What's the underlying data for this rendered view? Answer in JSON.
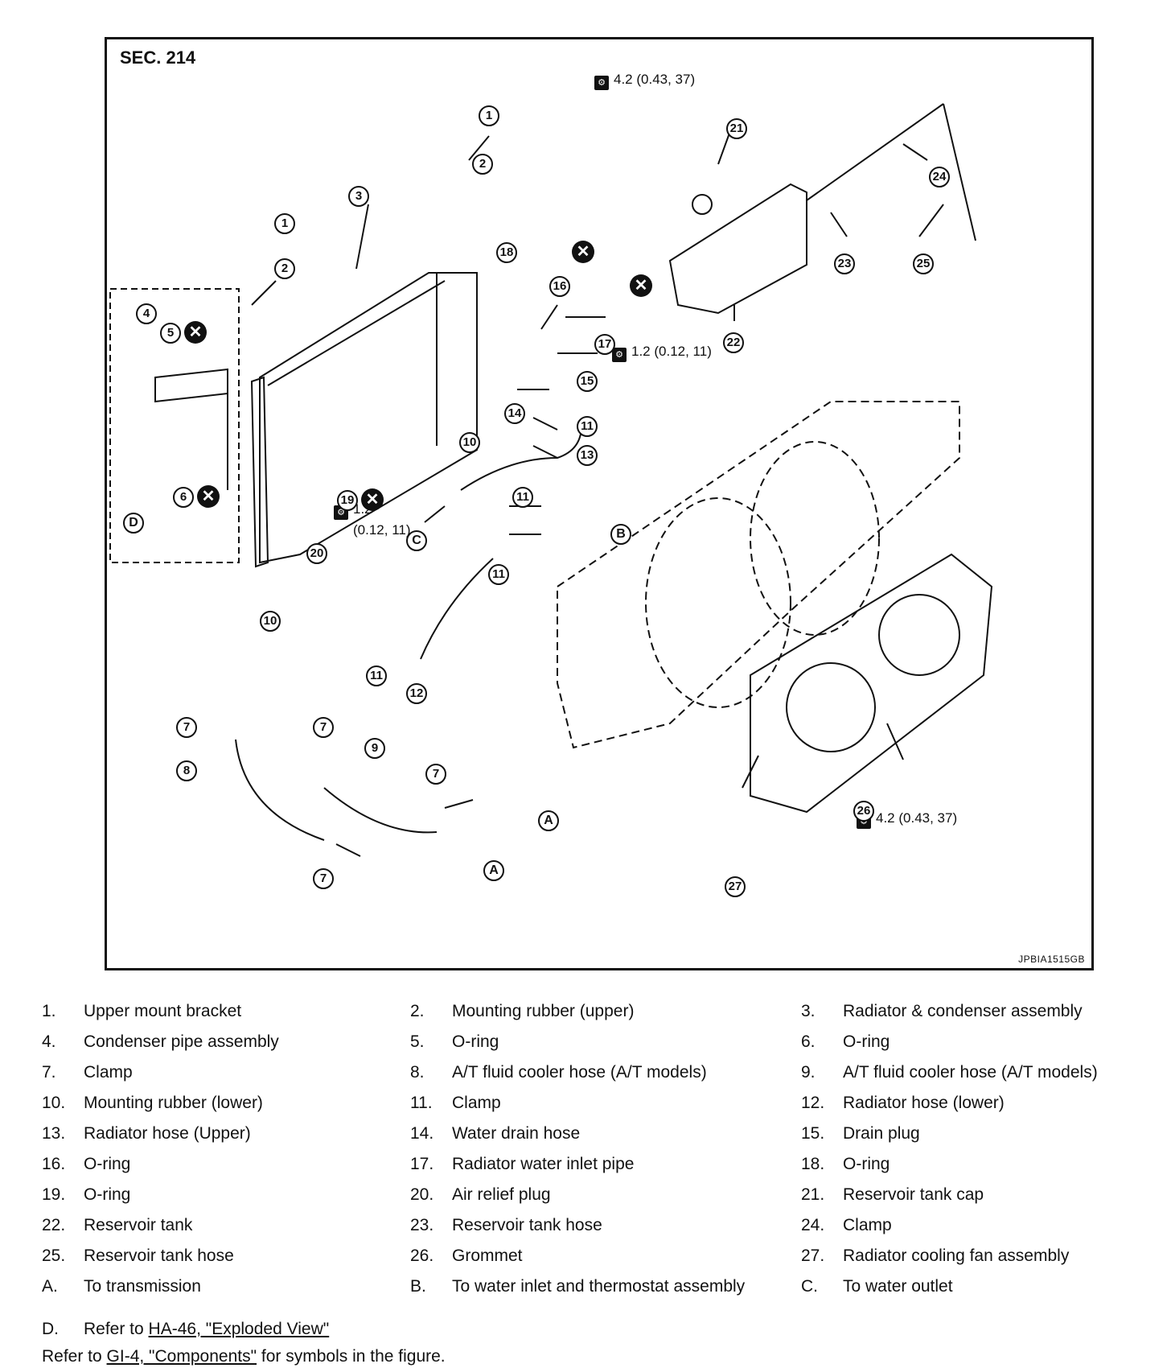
{
  "figure": {
    "section": "SEC. 214",
    "figure_id": "JPBIA1515GB",
    "torque_labels": {
      "reservoir_bolt": "4.2 (0.43, 37)",
      "drain_plug": "1.2 (0.12, 11)",
      "air_relief_line1": "1.2",
      "air_relief_line2": "(0.12, 11)",
      "fan_bolt": "4.2 (0.43, 37)"
    },
    "callouts": [
      "1",
      "2",
      "3",
      "4",
      "5",
      "6",
      "7",
      "8",
      "9",
      "10",
      "11",
      "12",
      "13",
      "14",
      "15",
      "16",
      "17",
      "18",
      "19",
      "20",
      "21",
      "22",
      "23",
      "24",
      "25",
      "26",
      "27"
    ],
    "letters": [
      "A",
      "B",
      "C",
      "D"
    ],
    "no_reuse_mark": "✕",
    "torque_icon": "torque-wrench-icon"
  },
  "legend": [
    [
      {
        "num": "1.",
        "text": "Upper mount bracket"
      },
      {
        "num": "2.",
        "text": "Mounting rubber (upper)"
      },
      {
        "num": "3.",
        "text": "Radiator & condenser assembly"
      }
    ],
    [
      {
        "num": "4.",
        "text": "Condenser pipe assembly"
      },
      {
        "num": "5.",
        "text": "O-ring"
      },
      {
        "num": "6.",
        "text": "O-ring"
      }
    ],
    [
      {
        "num": "7.",
        "text": "Clamp"
      },
      {
        "num": "8.",
        "text": "A/T fluid cooler hose (A/T models)"
      },
      {
        "num": "9.",
        "text": "A/T fluid cooler hose (A/T models)"
      }
    ],
    [
      {
        "num": "10.",
        "text": "Mounting rubber (lower)"
      },
      {
        "num": "11.",
        "text": "Clamp"
      },
      {
        "num": "12.",
        "text": "Radiator hose (lower)"
      }
    ],
    [
      {
        "num": "13.",
        "text": "Radiator hose (Upper)"
      },
      {
        "num": "14.",
        "text": "Water drain hose"
      },
      {
        "num": "15.",
        "text": "Drain plug"
      }
    ],
    [
      {
        "num": "16.",
        "text": "O-ring"
      },
      {
        "num": "17.",
        "text": "Radiator water inlet pipe"
      },
      {
        "num": "18.",
        "text": "O-ring"
      }
    ],
    [
      {
        "num": "19.",
        "text": "O-ring"
      },
      {
        "num": "20.",
        "text": "Air relief plug"
      },
      {
        "num": "21.",
        "text": "Reservoir tank cap"
      }
    ],
    [
      {
        "num": "22.",
        "text": "Reservoir tank"
      },
      {
        "num": "23.",
        "text": "Reservoir tank hose"
      },
      {
        "num": "24.",
        "text": "Clamp"
      }
    ],
    [
      {
        "num": "25.",
        "text": "Reservoir tank hose"
      },
      {
        "num": "26.",
        "text": "Grommet"
      },
      {
        "num": "27.",
        "text": "Radiator cooling fan assembly"
      }
    ],
    [
      {
        "num": "A.",
        "text": "To transmission"
      },
      {
        "num": "B.",
        "text": "To water inlet and thermostat assembly"
      },
      {
        "num": "C.",
        "text": "To water outlet"
      }
    ]
  ],
  "legend_d": {
    "num": "D.",
    "prefix": "Refer to ",
    "link": "HA-46, \"Exploded View\""
  },
  "footer": {
    "prefix": "Refer to ",
    "link": "GI-4, \"Components\"",
    "suffix": " for symbols in the figure."
  }
}
